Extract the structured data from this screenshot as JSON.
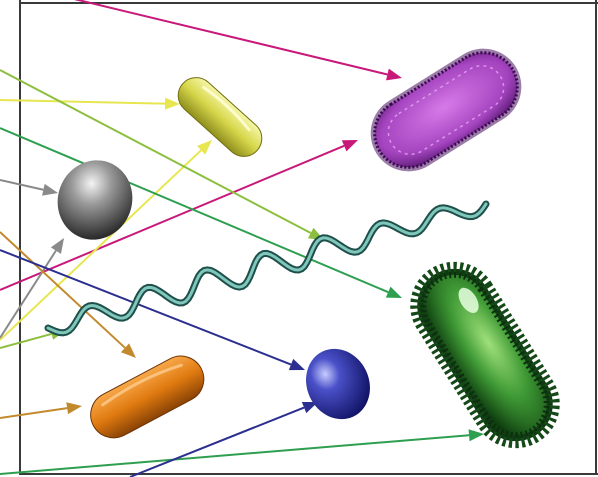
{
  "figure": {
    "background": "#ffffff",
    "frame_color": "#3a3a3a"
  },
  "arrows": [
    {
      "name": "arrow-to-purple-bacillus",
      "color": "#c8197a"
    },
    {
      "name": "arrow-to-purple-bacillus-lower",
      "color": "#c8197a"
    },
    {
      "name": "arrow-to-yellow-rod",
      "color": "#e8e650"
    },
    {
      "name": "arrow-to-yellow-rod-lower",
      "color": "#e8e650"
    },
    {
      "name": "arrow-to-gray-coccus",
      "color": "#8a8a8a"
    },
    {
      "name": "arrow-to-gray-coccus-lower",
      "color": "#8a8a8a"
    },
    {
      "name": "arrow-to-spirochete-end",
      "color": "#8cbf3f"
    },
    {
      "name": "arrow-to-spirochete-start",
      "color": "#8cbf3f"
    },
    {
      "name": "arrow-to-green-hairy-bacillus",
      "color": "#2e9e4f"
    },
    {
      "name": "arrow-to-green-hairy-bacillus-lower",
      "color": "#2e9e4f"
    },
    {
      "name": "arrow-to-orange-rod",
      "color": "#c28a2c"
    },
    {
      "name": "arrow-to-orange-rod-lower",
      "color": "#c28a2c"
    },
    {
      "name": "arrow-to-blue-coccus",
      "color": "#2b2f8f"
    },
    {
      "name": "arrow-to-blue-coccus-lower",
      "color": "#2b2f8f"
    }
  ],
  "organisms": [
    {
      "name": "purple-bacillus",
      "color": "#a040b8"
    },
    {
      "name": "yellow-rod",
      "color": "#d9d94a"
    },
    {
      "name": "gray-coccus",
      "color": "#6e6e6e"
    },
    {
      "name": "spirochete",
      "color": "#3f7f7a"
    },
    {
      "name": "green-hairy-bacillus",
      "color": "#2f8a2a"
    },
    {
      "name": "orange-rod",
      "color": "#e07a10"
    },
    {
      "name": "blue-coccus",
      "color": "#2a2f9a"
    }
  ]
}
